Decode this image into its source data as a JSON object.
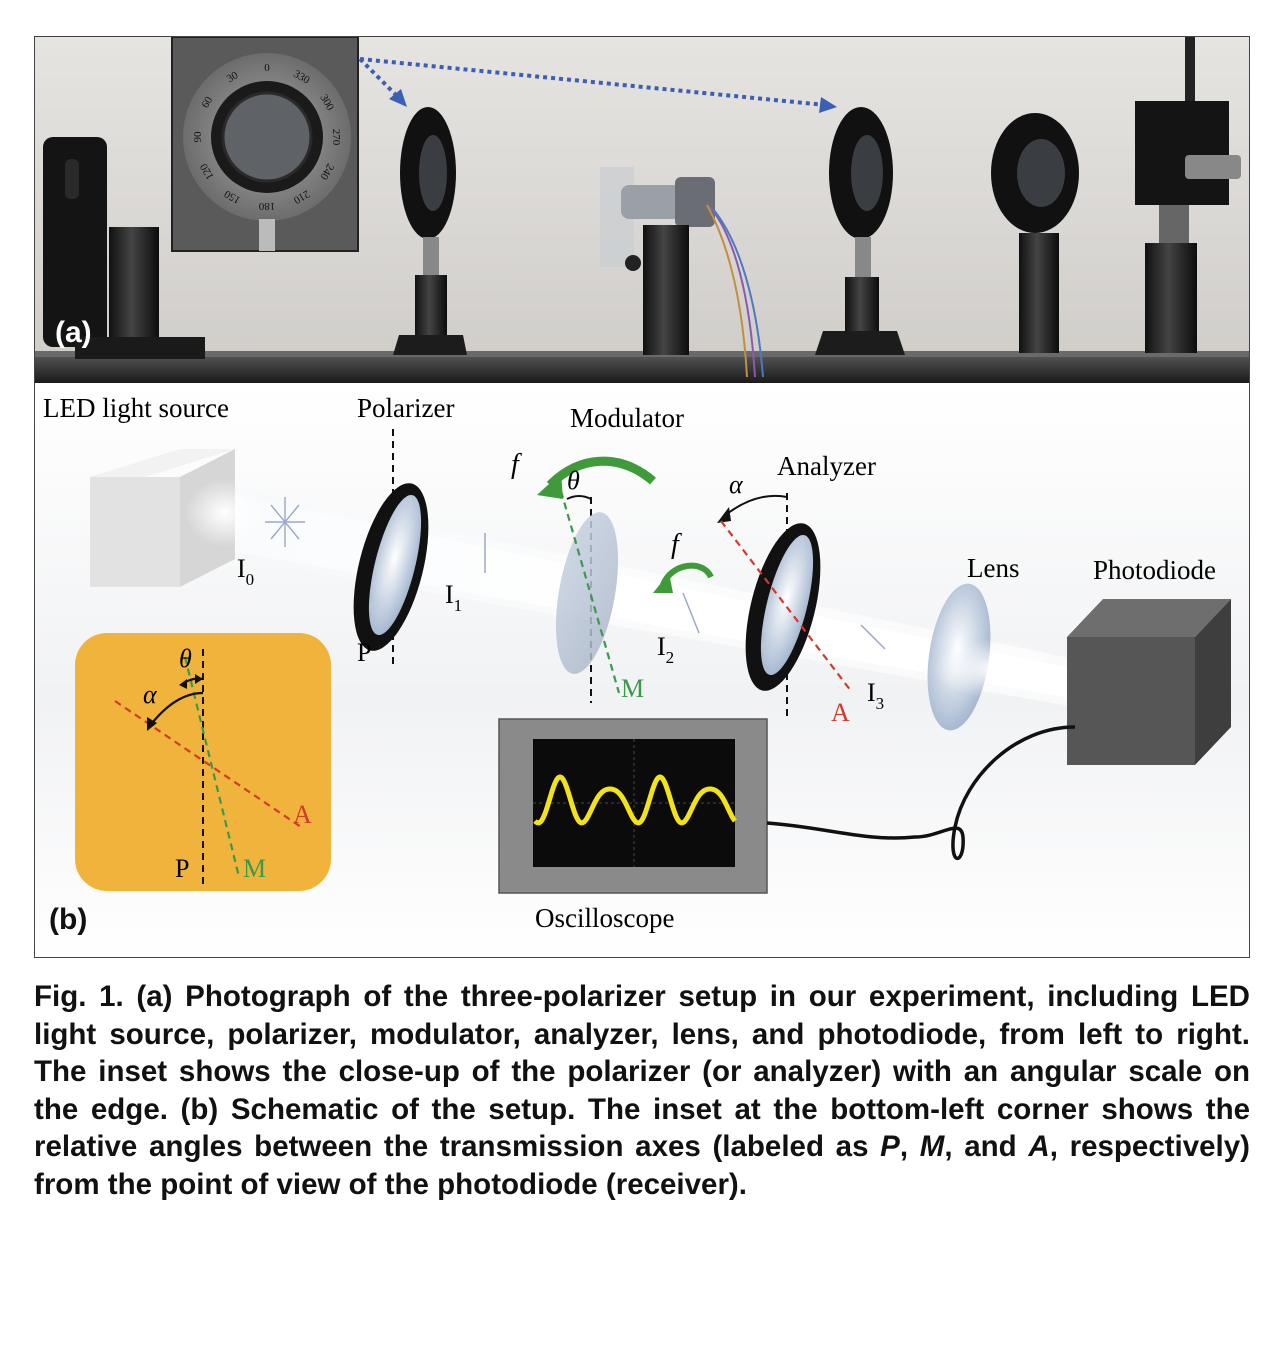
{
  "panel_a": {
    "label": "(a)",
    "dial_numbers": [
      "0",
      "30",
      "60",
      "90",
      "120",
      "150",
      "180",
      "210",
      "240",
      "270",
      "300",
      "330"
    ]
  },
  "panel_b": {
    "label": "(b)",
    "components": {
      "led": "LED light source",
      "polarizer": "Polarizer",
      "modulator": "Modulator",
      "analyzer": "Analyzer",
      "lens": "Lens",
      "photodiode": "Photodiode",
      "oscilloscope": "Oscilloscope"
    },
    "symbols": {
      "I0": "I",
      "I0_sub": "0",
      "I1": "I",
      "I1_sub": "1",
      "I2": "I",
      "I2_sub": "2",
      "I3": "I",
      "I3_sub": "3",
      "f_mod": "f",
      "f_small": "f",
      "theta": "θ",
      "alpha": "α",
      "P": "P",
      "M": "M",
      "A": "A"
    },
    "inset": {
      "theta": "θ",
      "alpha": "α",
      "P": "P",
      "M": "M",
      "A": "A",
      "background": "#F0B43C"
    },
    "colors": {
      "M_axis": "#3a9a4a",
      "A_axis": "#d23a2a",
      "arrow_green": "#3f9a3a",
      "trace": "#f2e21a"
    }
  },
  "caption": {
    "lead": "Fig. 1. (a) Photograph of the three-polarizer setup in our experiment, including LED light source, polarizer, modulator, analyzer, lens, and photodiode, from left to right. The inset shows the close-up of the polarizer (or analyzer) with an angular scale on the edge. (b) Schematic of the setup. The inset at the bottom-left corner shows the relative angles between the transmission axes (labeled as ",
    "P": "P",
    "sep1": ",",
    "M": "M",
    "sep2": ", and ",
    "A": "A",
    "tail": ", respectively) from the point of view of the photodiode (receiver)."
  }
}
